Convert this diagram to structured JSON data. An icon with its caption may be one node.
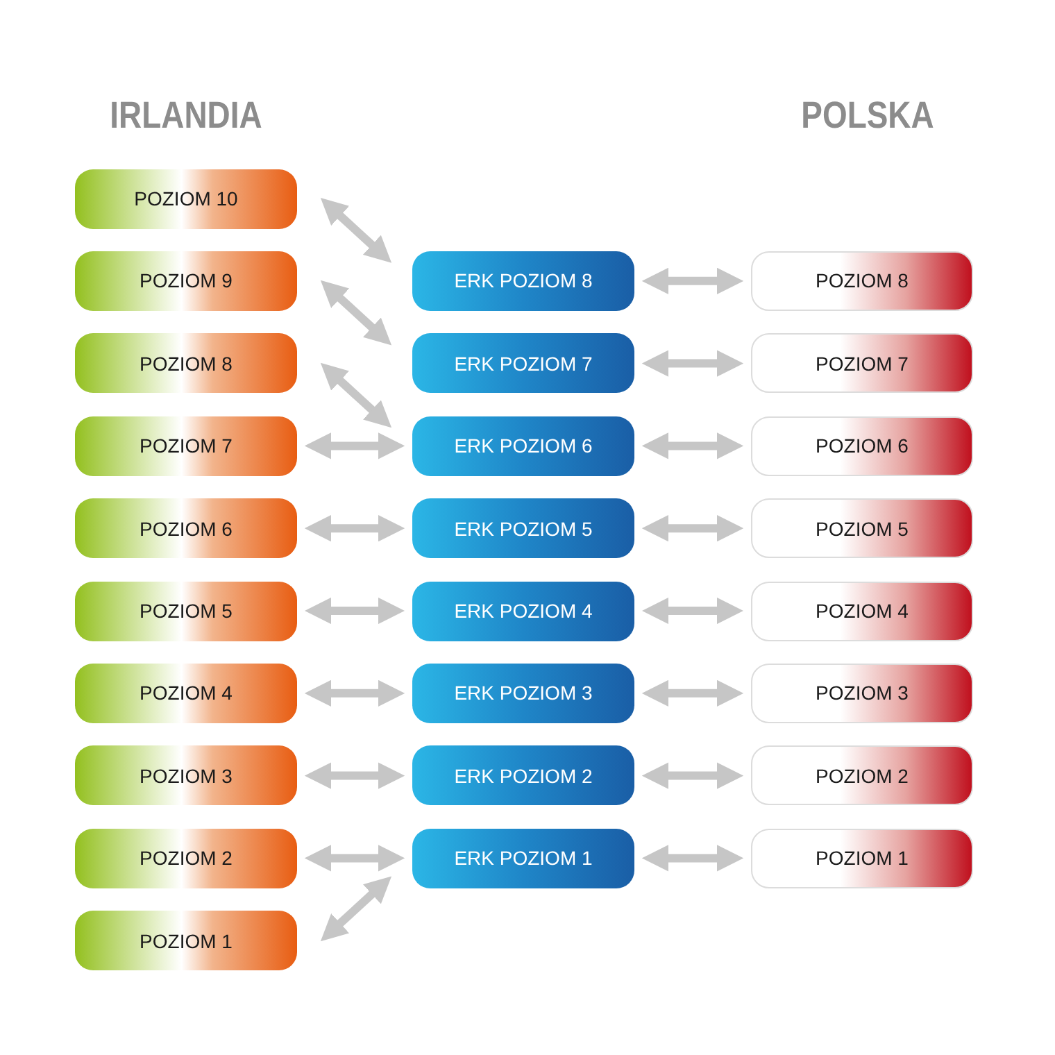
{
  "diagram": {
    "nodes": [
      {
        "text": [
          "POZIOM 10"
        ]
      },
      {
        "text": [
          "POZIOM 9"
        ]
      },
      {
        "text": [
          "POZIOM 8"
        ]
      },
      {
        "text": [
          "POZIOM 7"
        ]
      },
      {
        "text": [
          "POZIOM 6"
        ]
      },
      {
        "text": [
          "POZIOM 5"
        ]
      },
      {
        "text": [
          "POZIOM 4"
        ]
      },
      {
        "text": [
          "POZIOM 3"
        ]
      },
      {
        "text": [
          "POZIOM 2"
        ]
      },
      {
        "text": [
          "POZIOM 1"
        ]
      },
      {
        "text": [
          "ERK POZIOM 8"
        ]
      },
      {
        "text": [
          "ERK POZIOM 7"
        ]
      },
      {
        "text": [
          "ERK POZIOM 6"
        ]
      },
      {
        "text": [
          "ERK POZIOM 5"
        ]
      },
      {
        "text": [
          "ERK POZIOM 4"
        ]
      },
      {
        "text": [
          "ERK POZIOM 3"
        ]
      },
      {
        "text": [
          "ERK POZIOM 2"
        ]
      },
      {
        "text": [
          "ERK POZIOM 1"
        ]
      },
      {
        "text": [
          "POZIOM 8"
        ]
      },
      {
        "text": [
          "POZIOM 7"
        ]
      },
      {
        "text": [
          "POZIOM 6"
        ]
      },
      {
        "text": [
          "POZIOM 5"
        ]
      },
      {
        "text": [
          "POZIOM 4"
        ]
      },
      {
        "text": [
          "POZIOM 3"
        ]
      },
      {
        "text": [
          "POZIOM 2"
        ]
      },
      {
        "text": [
          "POZIOM 1"
        ]
      }
    ],
    "edges": [
      {
        "from": 0,
        "to": 10,
        "arrow": "both"
      },
      {
        "from": 1,
        "to": 11,
        "arrow": "both"
      },
      {
        "from": 2,
        "to": 12,
        "arrow": "both"
      },
      {
        "from": 3,
        "to": 12,
        "arrow": "both"
      },
      {
        "from": 4,
        "to": 13,
        "arrow": "both"
      },
      {
        "from": 5,
        "to": 14,
        "arrow": "both"
      },
      {
        "from": 6,
        "to": 15,
        "arrow": "both"
      },
      {
        "from": 7,
        "to": 16,
        "arrow": "both"
      },
      {
        "from": 8,
        "to": 17,
        "arrow": "both"
      },
      {
        "from": 9,
        "to": 17,
        "arrow": "both"
      },
      {
        "from": 10,
        "to": 18,
        "arrow": "both"
      },
      {
        "from": 11,
        "to": 19,
        "arrow": "both"
      },
      {
        "from": 12,
        "to": 20,
        "arrow": "both"
      },
      {
        "from": 13,
        "to": 21,
        "arrow": "both"
      },
      {
        "from": 14,
        "to": 22,
        "arrow": "both"
      },
      {
        "from": 15,
        "to": 23,
        "arrow": "both"
      },
      {
        "from": 16,
        "to": 24,
        "arrow": "both"
      },
      {
        "from": 17,
        "to": 25,
        "arrow": "both"
      }
    ],
    "labels": [
      "IRLANDIA",
      "POLSKA"
    ]
  }
}
